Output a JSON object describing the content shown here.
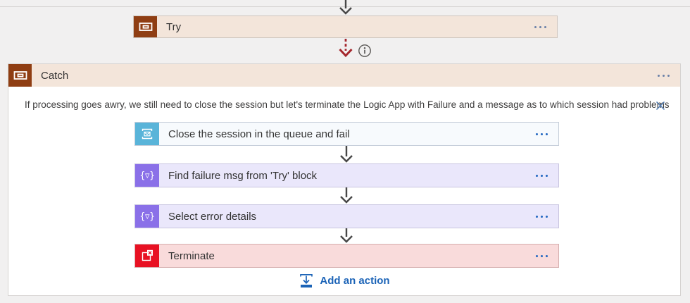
{
  "page": {
    "background": "#F1F0F0"
  },
  "try_scope": {
    "label": "Try",
    "icon": "scope-icon",
    "colors": {
      "icon_bg": "#8F3E13",
      "header_bg": "#F3E5DA"
    }
  },
  "run_after_connector": {
    "style": "dashed-red-arrow",
    "color": "#A4262C",
    "info_icon": "info-icon"
  },
  "catch_scope": {
    "label": "Catch",
    "icon": "scope-icon",
    "colors": {
      "icon_bg": "#8F3E13",
      "header_bg": "#F3E5DA",
      "body_bg": "#FFFFFF"
    },
    "comment": "If processing goes awry, we still need to close the session but let's terminate the Logic App with Failure and a message as to which session had problems",
    "actions": [
      {
        "label": "Close the session in the queue and fail",
        "icon": "service-bus-icon",
        "colors": {
          "icon_bg": "#59B4D9",
          "card_bg": "#F7FAFD",
          "border": "#C6CEDA"
        }
      },
      {
        "label": "Find failure msg from 'Try' block",
        "icon": "data-operations-icon",
        "glyph": "{▿}",
        "colors": {
          "icon_bg": "#8A70E8",
          "card_bg": "#EAE7FB",
          "border": "#C9C5E0"
        }
      },
      {
        "label": "Select error details",
        "icon": "data-operations-icon",
        "glyph": "{▿}",
        "colors": {
          "icon_bg": "#8A70E8",
          "card_bg": "#EAE7FB",
          "border": "#C9C5E0"
        }
      },
      {
        "label": "Terminate",
        "icon": "terminate-icon",
        "colors": {
          "icon_bg": "#E81123",
          "card_bg": "#F9DBDB",
          "border": "#D6AFAF"
        }
      }
    ],
    "add_action_label": "Add an action",
    "accent_link_color": "#1B63B7"
  }
}
